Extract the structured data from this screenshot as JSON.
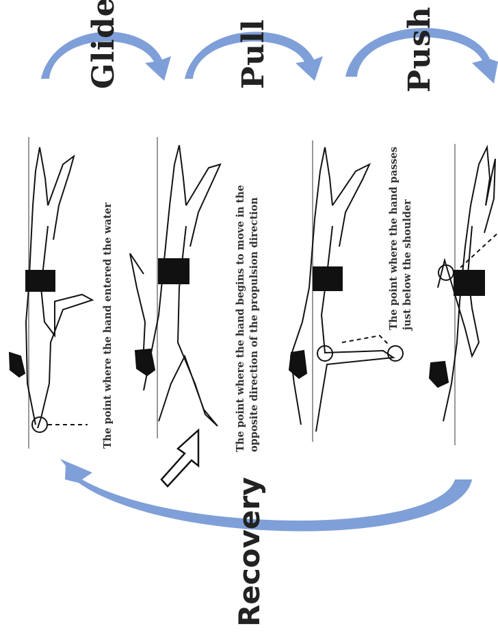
{
  "phases": {
    "glide": "Glide",
    "pull": "Pull",
    "push": "Push",
    "recovery": "Recovery"
  },
  "annotations": {
    "glide_point": "The point where the hand entered the water",
    "pull_point_line1": "The point where the hand begins to move in the",
    "pull_point_line2": "opposite direction of the propulsion direction",
    "push_point_line1": "The point where the hand passes",
    "push_point_line2": "just below the shoulder"
  },
  "colors": {
    "arrow": "#7f9fd8",
    "ink": "#222222"
  }
}
